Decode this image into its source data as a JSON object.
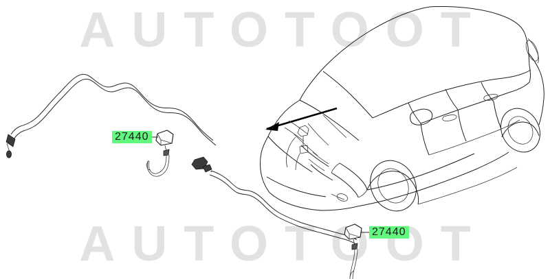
{
  "diagram": {
    "title": "Windshield washer nozzle and hose assembly diagram",
    "background_color": "#ffffff",
    "line_color": "#2a2a2a"
  },
  "watermark": {
    "text": "AUTOTOOT",
    "color": "#e2e2e2",
    "top_instance": "AUTOTOOT",
    "bottom_instance": "AUTOTOOT"
  },
  "callouts": [
    {
      "id": "callout-upper",
      "part_number": "27440",
      "highlight_color": "#62f77f",
      "text_color": "#1a1a1a",
      "points_to": "washer-nozzle-left"
    },
    {
      "id": "callout-lower",
      "part_number": "27440",
      "highlight_color": "#62f77f",
      "text_color": "#1a1a1a",
      "points_to": "washer-nozzle-right"
    }
  ],
  "parts": {
    "hose_upper": "washer-hose-upper",
    "hose_lower": "washer-hose-lower",
    "nozzle_left": "washer-nozzle-left",
    "nozzle_right": "washer-nozzle-right",
    "connector": "hose-tee-connector",
    "end_fitting": "hose-end-fitting"
  },
  "vehicle": {
    "name": "suv-line-drawing",
    "view": "front-three-quarter",
    "indicator": "installation-location-arrow"
  }
}
